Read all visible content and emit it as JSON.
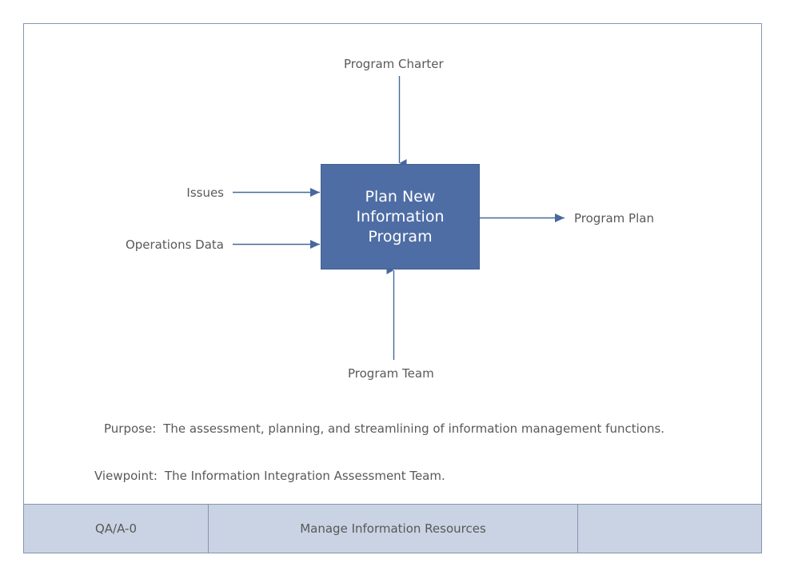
{
  "diagram": {
    "type": "IDEF0 context diagram",
    "activity": {
      "label": "Plan New\nInformation\nProgram",
      "fill_color": "#4E6DA4",
      "text_color": "#FFFFFF"
    },
    "flows": [
      {
        "name": "program-charter",
        "label": "Program Charter",
        "role": "control",
        "side": "top"
      },
      {
        "name": "issues",
        "label": "Issues",
        "role": "input",
        "side": "left"
      },
      {
        "name": "operations-data",
        "label": "Operations Data",
        "role": "input",
        "side": "left"
      },
      {
        "name": "program-plan",
        "label": "Program Plan",
        "role": "output",
        "side": "right"
      },
      {
        "name": "program-team",
        "label": "Program Team",
        "role": "mechanism",
        "side": "bottom"
      }
    ],
    "meta": {
      "purpose_key": "Purpose:",
      "purpose_value": "The assessment, planning, and streamlining of information management functions.",
      "viewpoint_key": "Viewpoint:",
      "viewpoint_value": "The Information Integration Assessment Team."
    },
    "footer": {
      "node": "QA/A-0",
      "title": "Manage Information Resources",
      "number": ""
    },
    "colors": {
      "frame_border": "#8497B0",
      "connector": "#46699E",
      "footer_fill": "#C9D3E3",
      "body_text": "#595959"
    }
  }
}
